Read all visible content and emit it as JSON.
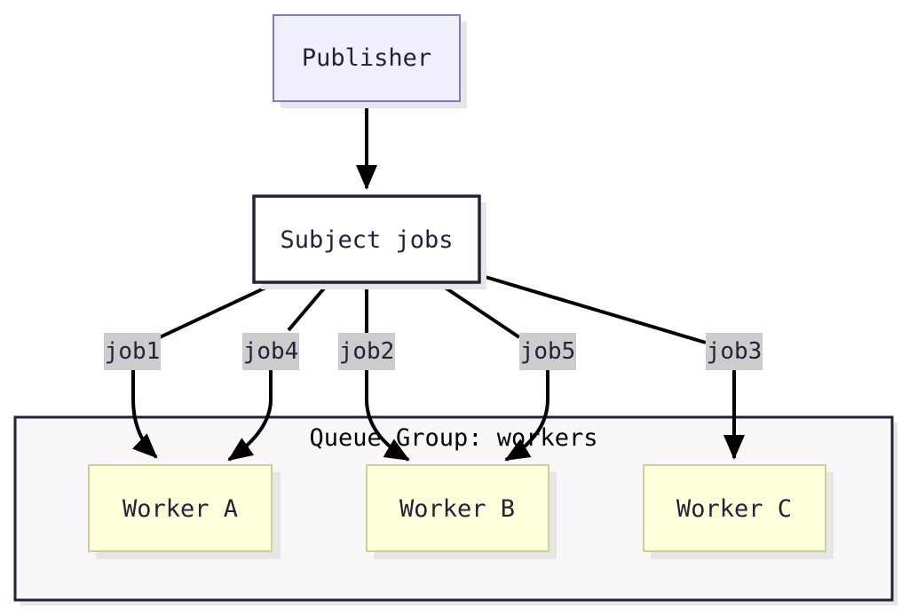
{
  "colors": {
    "publisher_fill": "#efeffd",
    "publisher_stroke": "#7b7bd2",
    "subject_fill": "#ffffff",
    "subject_stroke": "#222238",
    "worker_fill": "#ffffdc",
    "worker_stroke": "#cfcf99",
    "group_fill": "#f8f8fb",
    "group_stroke": "#222238",
    "edge_label_bg": "#cccccc",
    "shadow": "#e6e6e6",
    "edge": "#000000"
  },
  "nodes": {
    "publisher": {
      "label": "Publisher"
    },
    "subject": {
      "label": "Subject jobs"
    },
    "worker_a": {
      "label": "Worker A"
    },
    "worker_b": {
      "label": "Worker B"
    },
    "worker_c": {
      "label": "Worker C"
    }
  },
  "group": {
    "label": "Queue Group: workers"
  },
  "edges": [
    {
      "from": "publisher",
      "to": "subject",
      "label": ""
    },
    {
      "from": "subject",
      "to": "worker_a",
      "label": "job1"
    },
    {
      "from": "subject",
      "to": "worker_a",
      "label": "job4"
    },
    {
      "from": "subject",
      "to": "worker_b",
      "label": "job2"
    },
    {
      "from": "subject",
      "to": "worker_b",
      "label": "job5"
    },
    {
      "from": "subject",
      "to": "worker_c",
      "label": "job3"
    }
  ]
}
